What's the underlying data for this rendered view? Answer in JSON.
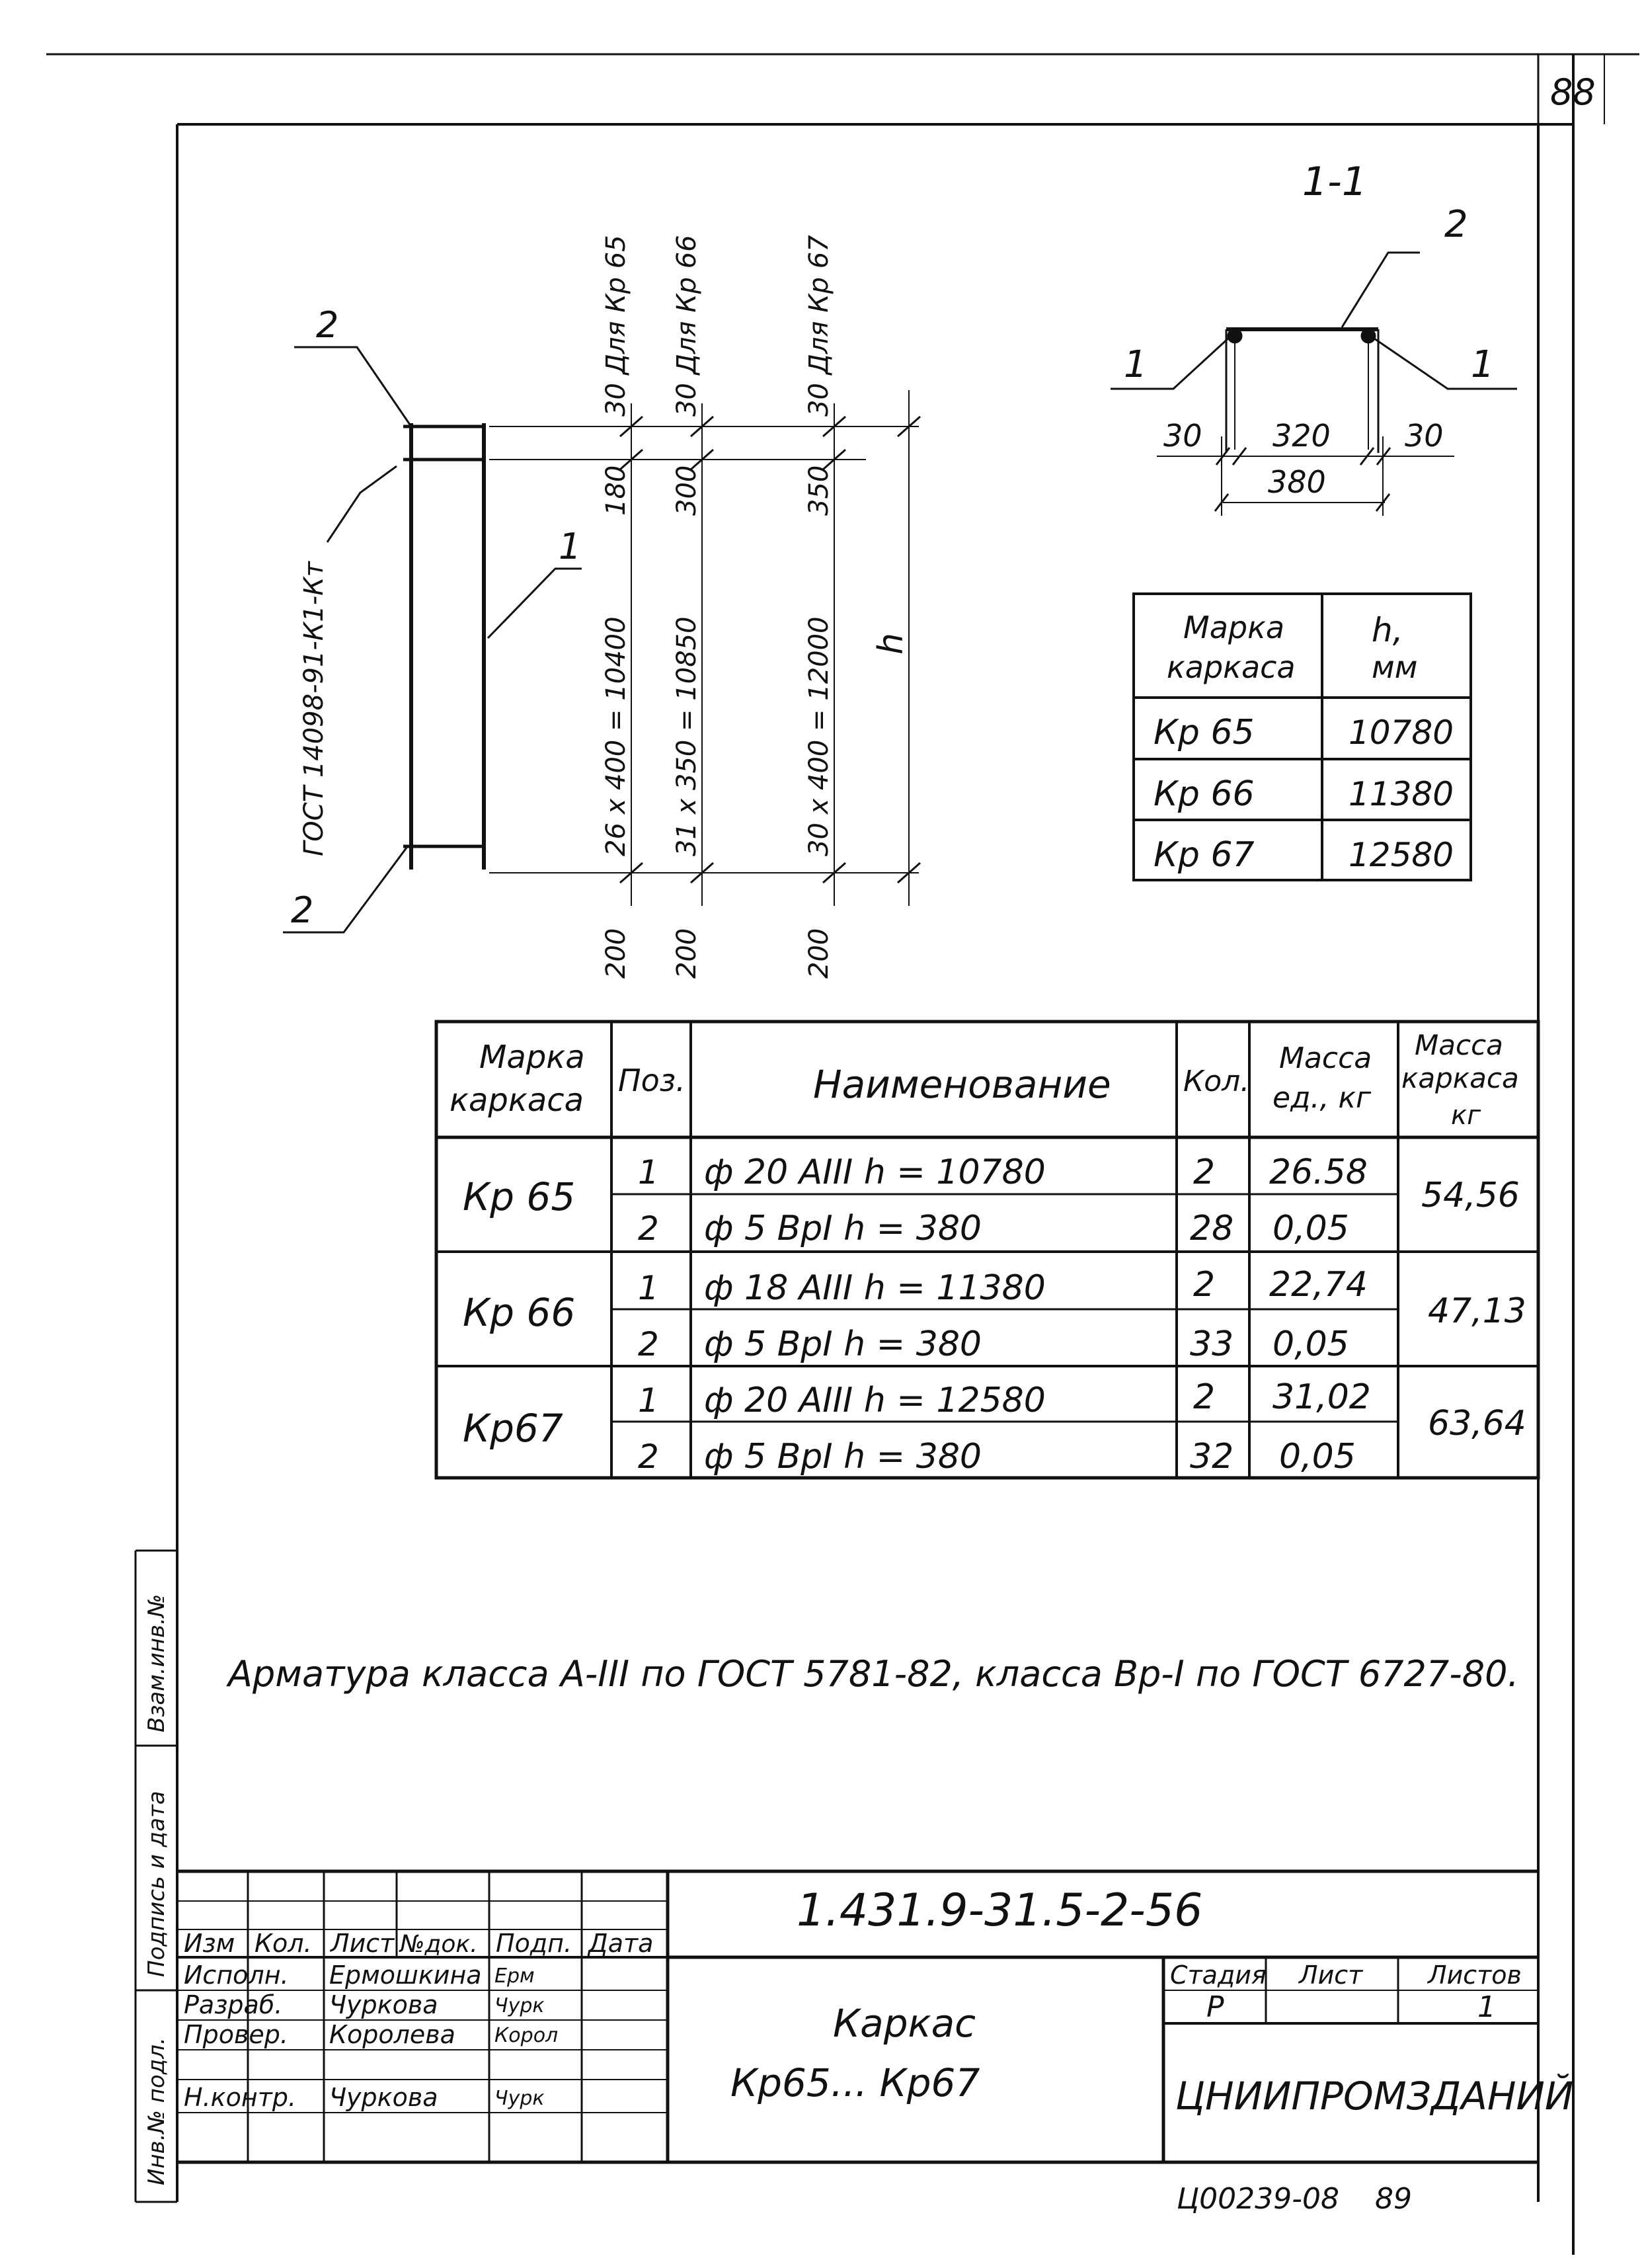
{
  "sheet_number": "88",
  "section": {
    "label": "1-1",
    "pos_top": "2",
    "pos_left": "1",
    "pos_right": "1",
    "dim_left": "30",
    "dim_mid": "320",
    "dim_right": "30",
    "dim_total": "380"
  },
  "elevation": {
    "gost_label": "ГОСТ 14098-91-К1-Кт",
    "pos_bar": "1",
    "pos_top": "2",
    "pos_bottom": "2",
    "h_label": "h",
    "dim_rows": [
      {
        "bottom": "200",
        "spacing": "26 x 400 = 10400",
        "top": "180",
        "note": "30 Для Кр 65"
      },
      {
        "bottom": "200",
        "spacing": "31 x 350 = 10850",
        "top": "300",
        "note": "30 Для Кр 66"
      },
      {
        "bottom": "200",
        "spacing": "30 x 400 = 12000",
        "top": "350",
        "note": "30 Для Кр 67"
      }
    ]
  },
  "h_table": {
    "header_mark": "Марка каркаса",
    "header_h": "h, мм",
    "rows": [
      {
        "mark": "Кр 65",
        "h": "10780"
      },
      {
        "mark": "Кр 66",
        "h": "11380"
      },
      {
        "mark": "Кр 67",
        "h": "12580"
      }
    ]
  },
  "spec_table": {
    "headers": {
      "mark": "Марка каркаса",
      "pos": "Поз.",
      "name": "Наименование",
      "qty": "Кол.",
      "unit_mass": "Масса ед., кг",
      "frame_mass": "Масса каркаса кг"
    },
    "groups": [
      {
        "mark": "Кр 65",
        "frame_mass": "54,56",
        "items": [
          {
            "pos": "1",
            "name": "ф 20 АIII  h = 10780",
            "qty": "2",
            "mass": "26.58"
          },
          {
            "pos": "2",
            "name": "ф 5 ВрI  h = 380",
            "qty": "28",
            "mass": "0,05"
          }
        ]
      },
      {
        "mark": "Кр 66",
        "frame_mass": "47,13",
        "items": [
          {
            "pos": "1",
            "name": "ф 18 АIII  h = 11380",
            "qty": "2",
            "mass": "22,74"
          },
          {
            "pos": "2",
            "name": "ф 5 ВрI  h = 380",
            "qty": "33",
            "mass": "0,05"
          }
        ]
      },
      {
        "mark": "Кр67",
        "frame_mass": "63,64",
        "items": [
          {
            "pos": "1",
            "name": "ф 20 АIII  h = 12580",
            "qty": "2",
            "mass": "31,02"
          },
          {
            "pos": "2",
            "name": "ф 5 ВрI  h = 380",
            "qty": "32",
            "mass": "0,05"
          }
        ]
      }
    ]
  },
  "note": "Арматура класса А-III по ГОСТ 5781-82, класса Вр-I по ГОСТ 6727-80.",
  "side_labels": {
    "inv_original": "Инв.№ подл.",
    "signature_date": "Подпись и дата",
    "replace_inv": "Взам.инв.№"
  },
  "title_block": {
    "doc_code": "1.431.9-31.5-2-56",
    "col_headers": [
      "Изм",
      "Кол.",
      "Лист",
      "№док.",
      "Подп.",
      "Дата"
    ],
    "people": [
      {
        "role": "Исполн.",
        "name": "Ермошкина",
        "sign": "Ерм"
      },
      {
        "role": "Разраб.",
        "name": "Чуркова",
        "sign": "Чурк"
      },
      {
        "role": "Провер.",
        "name": "Королева",
        "sign": "Корол"
      },
      {
        "role": "Н.контр.",
        "name": "Чуркова",
        "sign": "Чурк"
      }
    ],
    "title_line1": "Каркас",
    "title_line2": "Кр65... Кр67",
    "stage_header": "Стадия",
    "sheet_header": "Лист",
    "sheets_header": "Листов",
    "stage": "Р",
    "sheets": "1",
    "organization": "ЦНИИПРОМЗДАНИЙ"
  },
  "footer_code": "Ц00239-08",
  "footer_page": "89"
}
